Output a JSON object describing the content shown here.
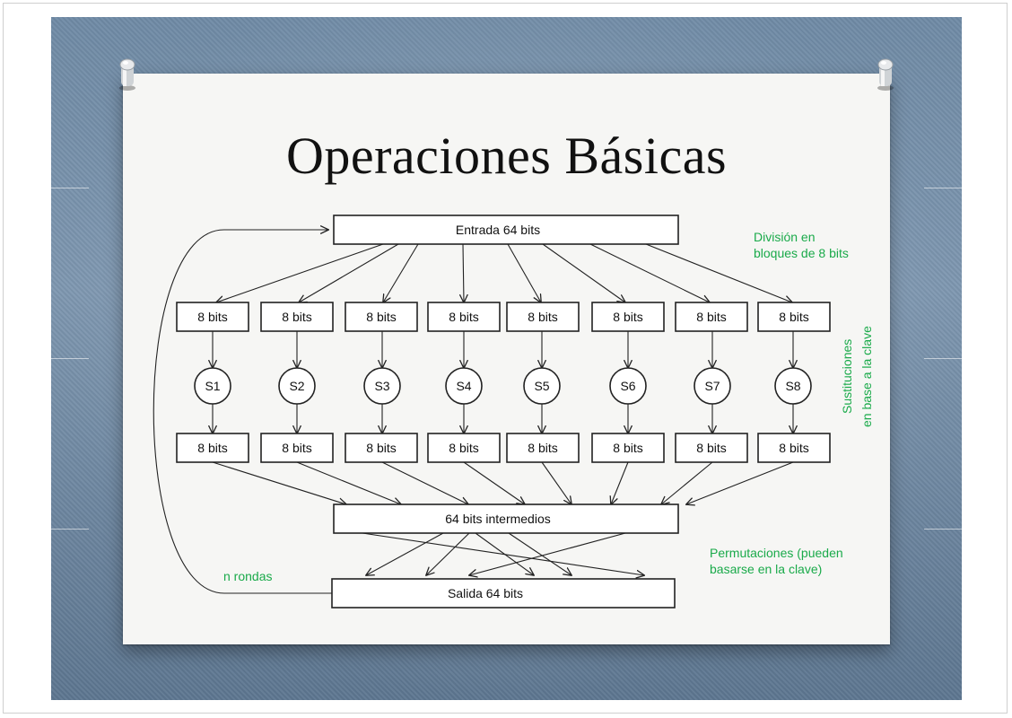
{
  "slide": {
    "title": "Operaciones Básicas"
  },
  "diagram": {
    "input_label": "Entrada 64 bits",
    "block_labels": [
      "8 bits",
      "8 bits",
      "8 bits",
      "8 bits",
      "8 bits",
      "8 bits",
      "8 bits",
      "8 bits"
    ],
    "sbox_labels": [
      "S1",
      "S2",
      "S3",
      "S4",
      "S5",
      "S6",
      "S7",
      "S8"
    ],
    "output_block_labels": [
      "8 bits",
      "8 bits",
      "8 bits",
      "8 bits",
      "8 bits",
      "8 bits",
      "8 bits",
      "8 bits"
    ],
    "intermediate_label": "64 bits intermedios",
    "output_label": "Salida 64 bits",
    "rounds_label": "n rondas",
    "note_division": [
      "División en",
      "bloques de 8 bits"
    ],
    "note_substitution": [
      "Sustituciones",
      "en base a la clave"
    ],
    "note_permutation": [
      "Permutaciones (pueden",
      "basarse en la clave)"
    ]
  },
  "colors": {
    "note_green": "#1aaa4a",
    "slide_background": "#6f8aa5",
    "paper": "#f6f6f4"
  }
}
